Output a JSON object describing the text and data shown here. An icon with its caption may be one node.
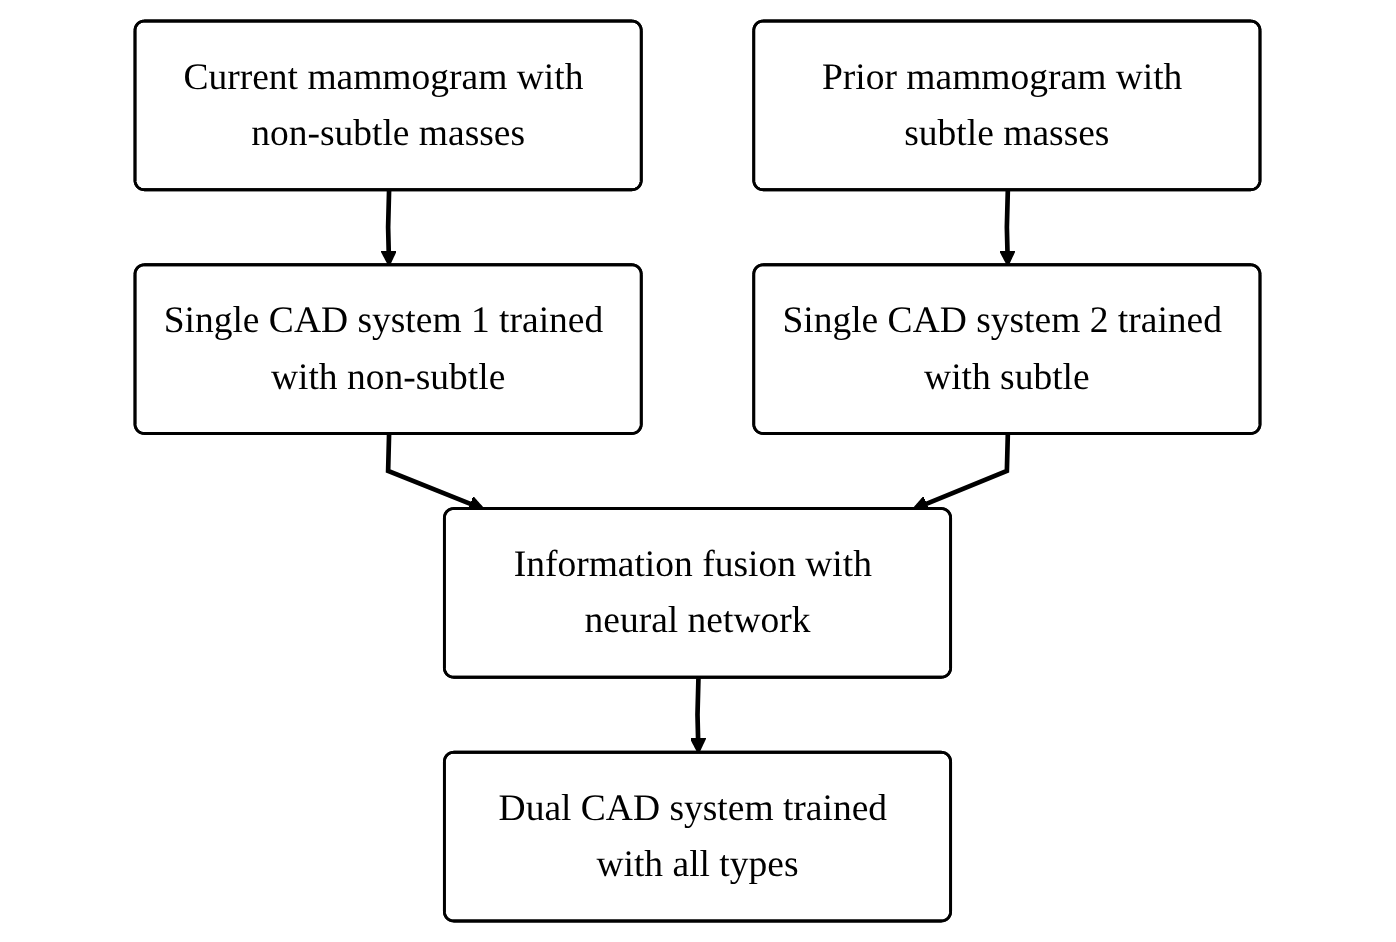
{
  "diagram": {
    "nodes": [
      {
        "text": [
          "Current mammogram with non-subtle masses"
        ]
      },
      {
        "text": [
          "Prior mammogram with subtle masses"
        ]
      },
      {
        "text": [
          "Single CAD system 1 trained with non-subtle"
        ]
      },
      {
        "text": [
          "Single CAD system 2 trained with subtle"
        ]
      },
      {
        "text": [
          "Information fusion with neural network"
        ]
      },
      {
        "text": [
          "Dual CAD system trained with all types"
        ]
      }
    ],
    "edges": [
      {
        "from": 0,
        "to": 2,
        "arrow": "to"
      },
      {
        "from": 1,
        "to": 3,
        "arrow": "to"
      },
      {
        "from": 2,
        "to": 4,
        "arrow": "to"
      },
      {
        "from": 3,
        "to": 4,
        "arrow": "to"
      },
      {
        "from": 4,
        "to": 5,
        "arrow": "to"
      }
    ]
  }
}
